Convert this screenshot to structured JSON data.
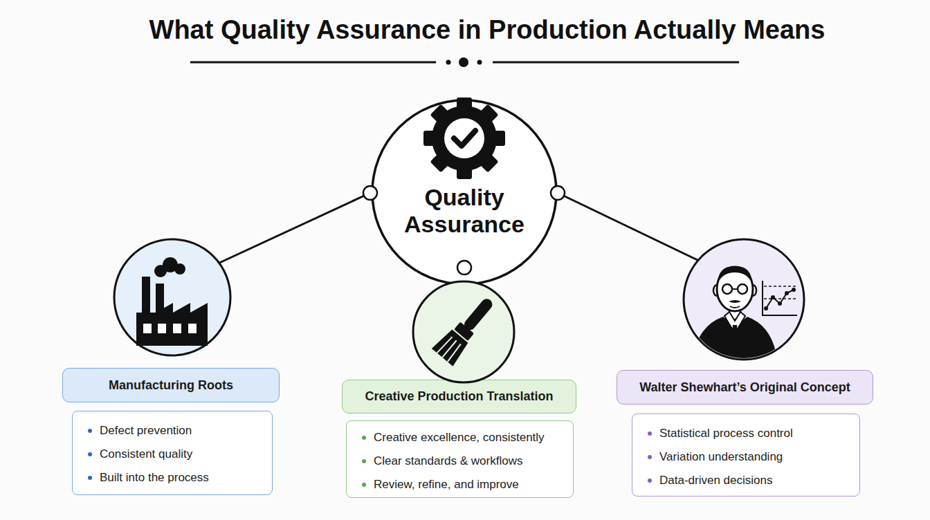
{
  "diagram": {
    "title": "What Quality Assurance in Production Actually Means",
    "nodes": [
      {
        "text": [
          "Quality Assurance"
        ]
      },
      {
        "text": [
          "Manufacturing Roots"
        ]
      },
      {
        "text": [
          "Defect prevention",
          "Consistent quality",
          "Built into the process"
        ]
      },
      {
        "text": [
          "Creative Production Translation"
        ]
      },
      {
        "text": [
          "Creative excellence, consistently",
          "Clear standards & workflows",
          "Review, refine, and improve"
        ]
      },
      {
        "text": [
          "Walter Shewhart’s Original Concept"
        ]
      },
      {
        "text": [
          "Statistical process control",
          "Variation understanding",
          "Data-driven decisions"
        ]
      }
    ]
  }
}
